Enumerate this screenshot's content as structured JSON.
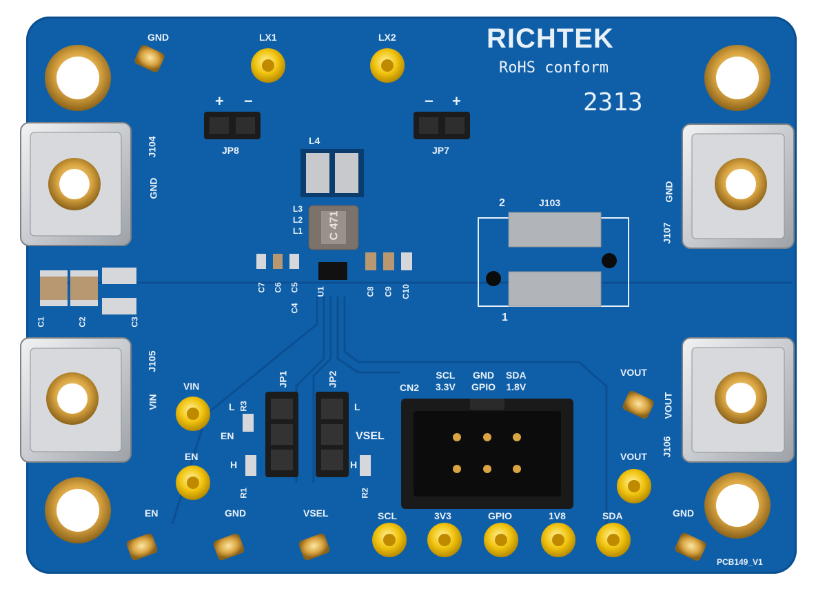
{
  "brand": {
    "name": "RICHTEK",
    "rohs": "RoHS conform",
    "date_code": "2313",
    "pcb_id": "PCB149_V1"
  },
  "silk": {
    "gnd_top": "GND",
    "lx1": "LX1",
    "lx2": "LX2",
    "jp8_plus": "+",
    "jp8_minus": "−",
    "jp8": "JP8",
    "jp7_minus": "−",
    "jp7_plus": "+",
    "jp7": "JP7",
    "l4": "L4",
    "l3": "L3",
    "l2": "L2",
    "l1": "L1",
    "inductor_mark": "C 471",
    "j104": "J104",
    "j104_gnd": "GND",
    "j107": "J107",
    "j107_gnd": "GND",
    "j105": "J105",
    "j105_vin": "VIN",
    "j106": "J106",
    "j106_vout": "VOUT",
    "j103": "J103",
    "j103_pin2": "2",
    "j103_pin1": "1",
    "c1": "C1",
    "c2": "C2",
    "c3": "C3",
    "c4": "C4",
    "c5": "C5",
    "c6": "C6",
    "c7": "C7",
    "c8": "C8",
    "c9": "C9",
    "c10": "C10",
    "u1": "U1",
    "jp1": "JP1",
    "jp2": "JP2",
    "r1": "R1",
    "r2": "R2",
    "r3": "R3",
    "jp1_l": "L",
    "jp1_en": "EN",
    "jp1_h": "H",
    "jp2_l": "L",
    "jp2_vsel": "VSEL",
    "jp2_h": "H",
    "cn2": "CN2",
    "scl_33": "SCL\n3.3V",
    "gnd_gpio": "GND\nGPIO",
    "sda_18": "SDA\n1.8V",
    "vin": "VIN",
    "en_mid": "EN",
    "vout_top": "VOUT",
    "vout_mid": "VOUT",
    "en_bottom": "EN",
    "gnd_bottom": "GND",
    "vsel_bottom": "VSEL",
    "scl": "SCL",
    "v3v3": "3V3",
    "gpio": "GPIO",
    "v1v8": "1V8",
    "sda": "SDA",
    "gnd_right": "GND"
  },
  "colors": {
    "pcb": "#0f5fa8",
    "silkscreen": "#e9f1f8",
    "gold": "#d9a441",
    "test_point": "#f1c40f",
    "connector": "#1a1a1a",
    "metal": "#c9ccd0"
  }
}
